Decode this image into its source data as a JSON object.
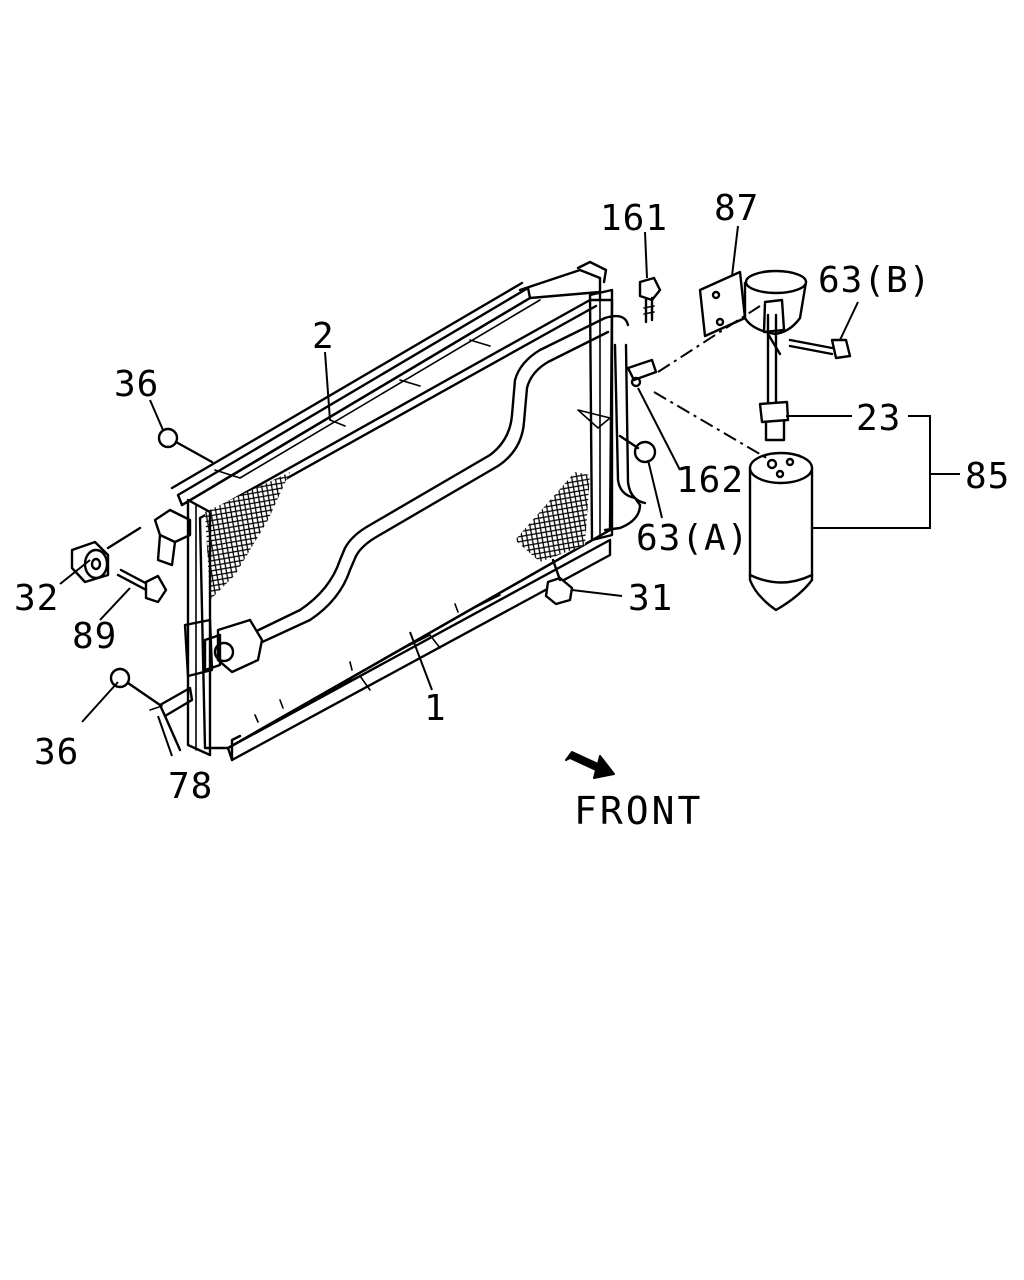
{
  "direction_label": "FRONT",
  "callouts": {
    "p161": "161",
    "p87": "87",
    "p63b": "63(B)",
    "p2": "2",
    "p36_top": "36",
    "p23": "23",
    "p85": "85",
    "p162": "162",
    "p63a": "63(A)",
    "p32": "32",
    "p89": "89",
    "p31": "31",
    "p1": "1",
    "p36_bottom": "36",
    "p78": "78"
  }
}
